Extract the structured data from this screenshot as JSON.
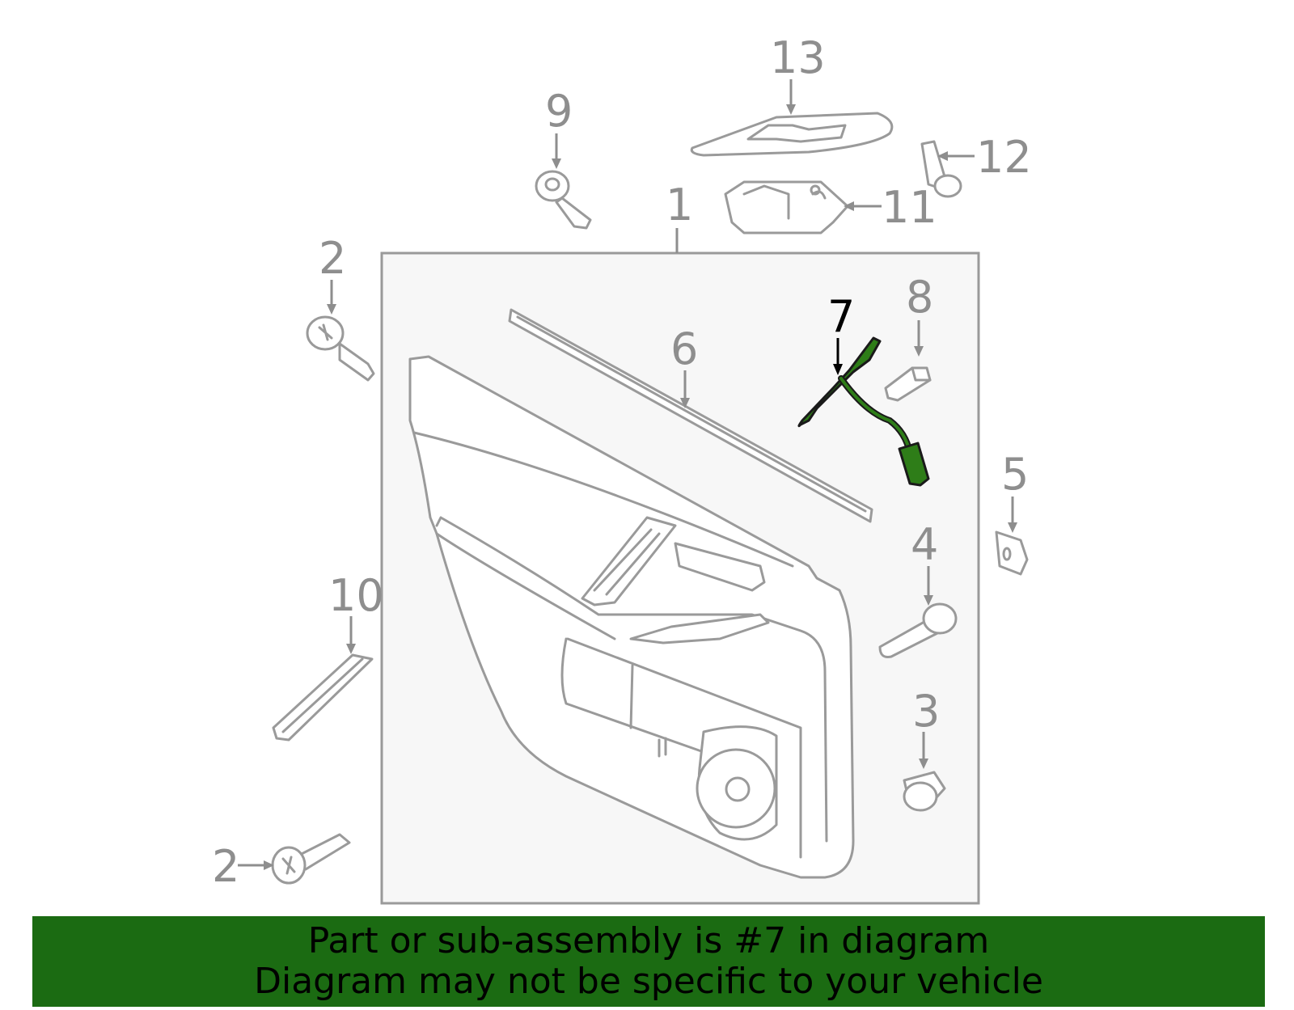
{
  "callouts": {
    "c1": "1",
    "c2a": "2",
    "c2b": "2",
    "c3": "3",
    "c4": "4",
    "c5": "5",
    "c6": "6",
    "c7": "7",
    "c8": "8",
    "c9": "9",
    "c10": "10",
    "c11": "11",
    "c12": "12",
    "c13": "13"
  },
  "highlight_part": "7",
  "colors": {
    "banner": "#1b6b12",
    "highlight": "#2e7d18",
    "line_art": "#9a9a9a",
    "panel_bg": "#f7f7f7"
  },
  "banner": {
    "line1": "Part or sub-assembly is #7 in diagram",
    "line2": "Diagram may not be specific to your vehicle"
  }
}
